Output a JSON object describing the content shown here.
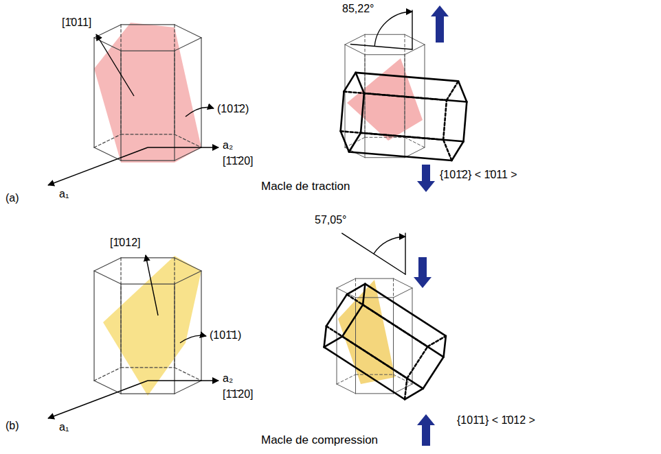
{
  "diagram": {
    "labels": [
      "[1̄011]",
      "(101̄2)",
      "a₂",
      "[1̄1̄20]",
      "a₁",
      "(a)",
      "85,22°",
      "{101̄2} < 1̄011 >",
      "Macle de traction",
      "[1̄012]",
      "(101̄1)",
      "a₂",
      "[1̄1̄20]",
      "a₁",
      "(b)",
      "57,05°",
      "{101̄1} < 1̄012 >",
      "Macle de compression"
    ]
  }
}
